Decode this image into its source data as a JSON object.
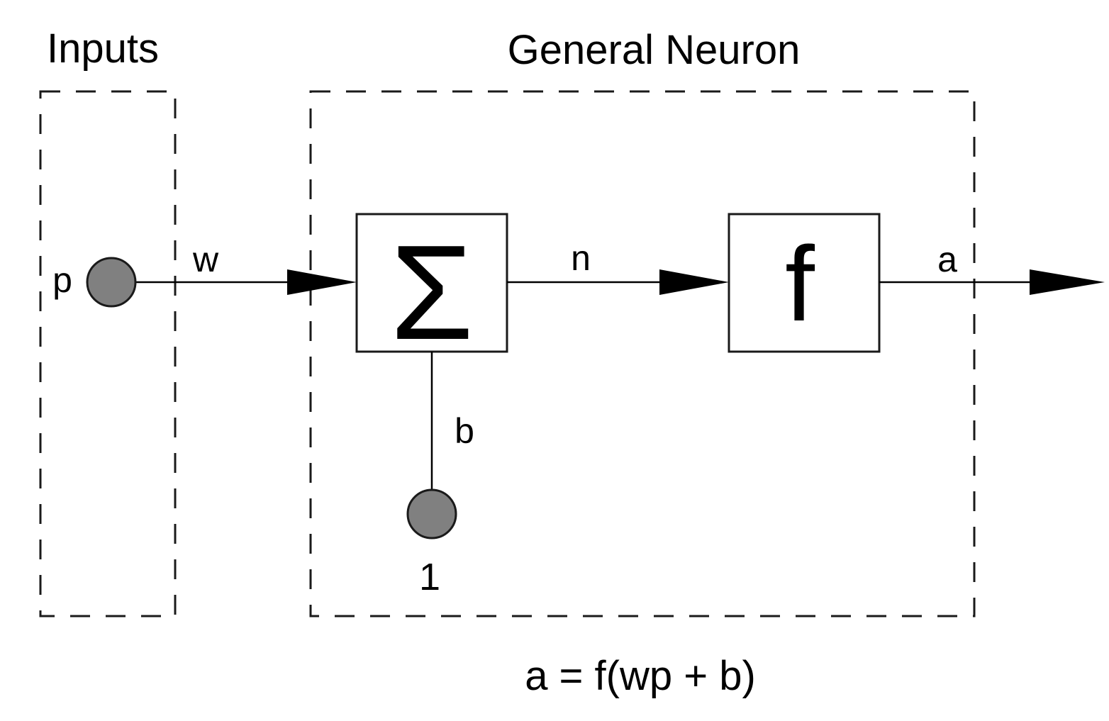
{
  "title_inputs": "Inputs",
  "title_neuron": "General Neuron",
  "labels": {
    "input": "p",
    "weight": "w",
    "sum_symbol": "Σ",
    "net_input": "n",
    "transfer_function": "f",
    "output": "a",
    "bias": "b",
    "bias_input": "1"
  },
  "equation": "a = f(wp + b)",
  "colors": {
    "node_fill": "#808080",
    "stroke": "#1a1a1a"
  }
}
